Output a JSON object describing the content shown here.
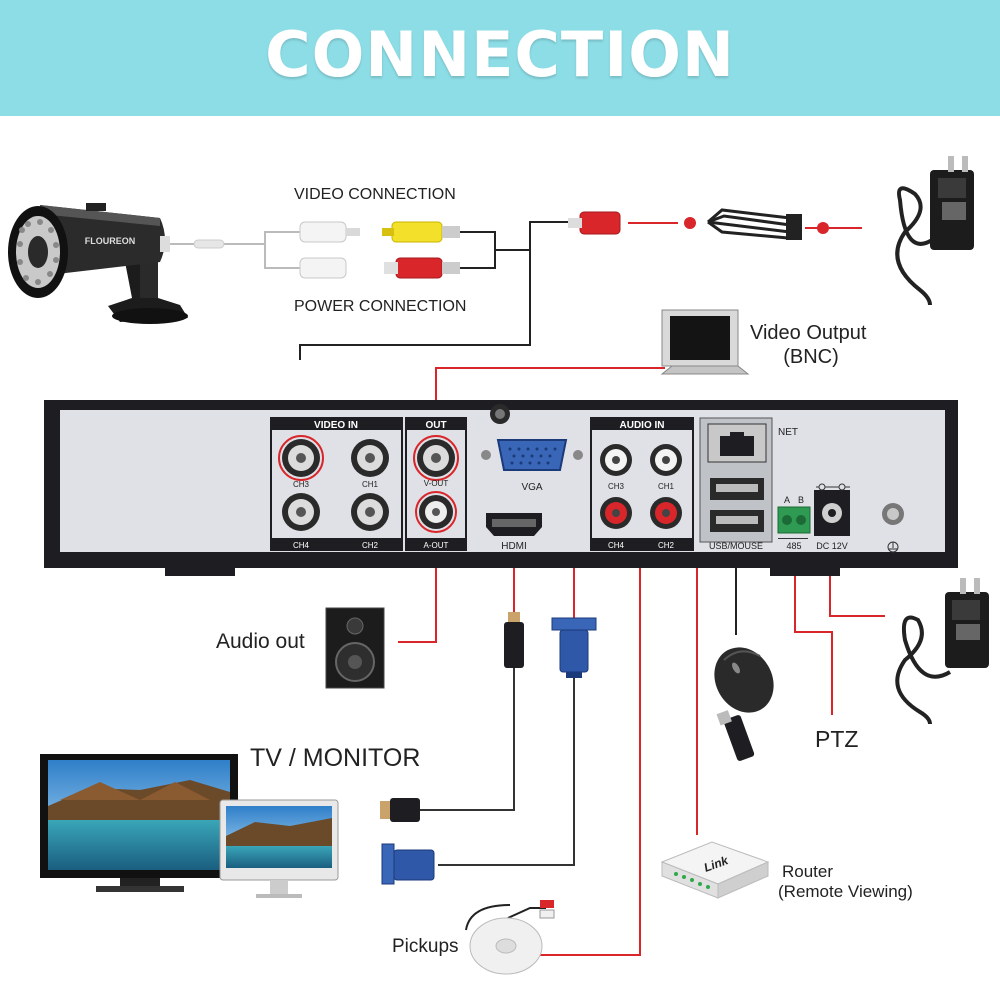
{
  "header": {
    "title": "CONNECTION"
  },
  "labels": {
    "video_connection": "VIDEO CONNECTION",
    "power_connection": "POWER CONNECTION",
    "video_output": "Video Output",
    "video_output_type": "(BNC)",
    "audio_out": "Audio out",
    "tv_monitor": "TV / MONITOR",
    "ptz": "PTZ",
    "router": "Router",
    "router_note": "(Remote Viewing)",
    "pickups": "Pickups",
    "camera_brand": "FLOUREON"
  },
  "dvr_panel": {
    "video_in": "VIDEO IN",
    "out": "OUT",
    "audio_in": "AUDIO IN",
    "ch3": "CH3",
    "ch1": "CH1",
    "ch4": "CH4",
    "ch2": "CH2",
    "v_out": "V-OUT",
    "a_out": "A-OUT",
    "vga": "VGA",
    "hdmi": "HDMI",
    "net": "NET",
    "usb_mouse": "USB/MOUSE",
    "a": "A",
    "b": "B",
    "rs485": "485",
    "dc12v": "DC 12V",
    "router_logo": "Link"
  },
  "colors": {
    "header_bg": "#8ddde6",
    "wire_red": "#d9262b",
    "wire_black": "#222222",
    "dvr_face": "#dfe1e6",
    "dvr_case": "#1e1e22"
  }
}
